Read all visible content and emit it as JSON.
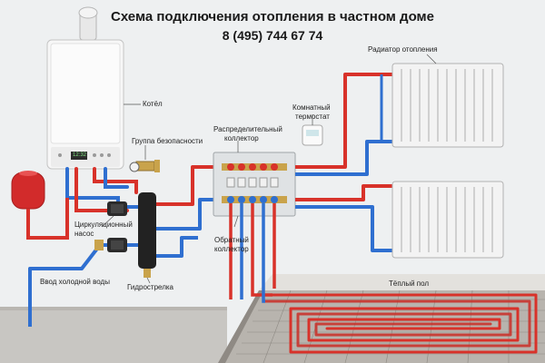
{
  "header": {
    "title": "Схема подключения отопления в частном доме",
    "phone": "8 (495) 744 67 74"
  },
  "labels": {
    "boiler": "Котёл",
    "radiator": "Радиатор отопления",
    "thermostat_1": "Комнатный",
    "thermostat_2": "термостат",
    "distribution_1": "Распределительный",
    "distribution_2": "коллектор",
    "safety_group": "Группа безопасности",
    "pump_1": "Циркуляционный",
    "pump_2": "насос",
    "return_1": "Обратный",
    "return_2": "коллектор",
    "cold_water": "Ввод холодной воды",
    "hydro_arrow": "Гидрострелка",
    "warm_floor": "Тёплый пол",
    "boiler_display": "12:32"
  },
  "colors": {
    "supply": "#d8322a",
    "return": "#2f6fd0",
    "wall": "#eef0f1",
    "floor_top": "#c9c4bd",
    "floor_front": "#8b8680",
    "boiler": "#f7f7f7",
    "tank": "#d22b2b",
    "hydro": "#222222",
    "manifold_box": "#dfe2e4"
  }
}
